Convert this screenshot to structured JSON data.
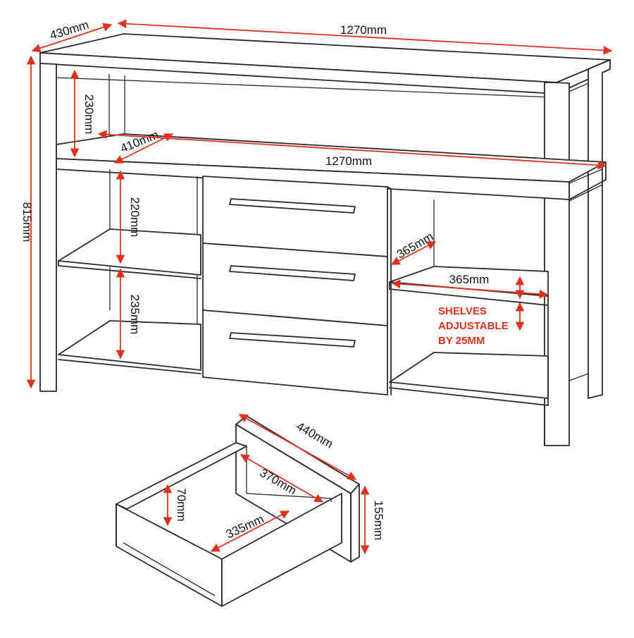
{
  "colors": {
    "line": "#2a2a2a",
    "dimension": "#e0301e",
    "background": "#ffffff"
  },
  "sideboard": {
    "depth": "430mm",
    "width": "1270mm",
    "height": "815mm",
    "top_shelf_height": "230mm",
    "shelf_depth": "410mm",
    "shelf_width": "1270mm",
    "left_upper_bay_height": "220mm",
    "left_lower_bay_height": "235mm",
    "right_shelf_depth": "365mm",
    "right_shelf_width": "365mm",
    "note_lines": [
      "SHELVES",
      "ADJUSTABLE",
      "BY 25MM"
    ]
  },
  "drawer": {
    "front_width": "440mm",
    "inner_depth": "370mm",
    "inner_height": "70mm",
    "inner_width": "335mm",
    "front_height": "155mm"
  }
}
